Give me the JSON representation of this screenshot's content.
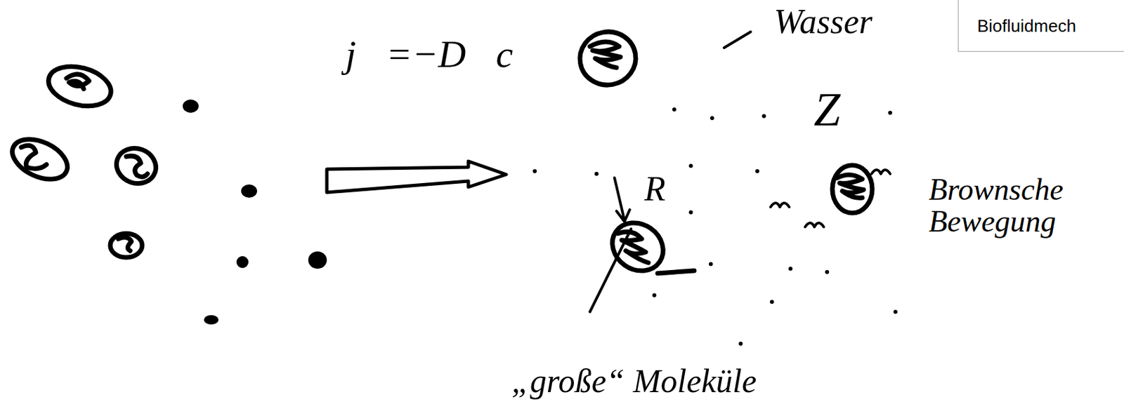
{
  "diagram": {
    "nodes": [
      {
        "text": [
          "Biofluidmech"
        ]
      }
    ],
    "labels": [
      "j⃗=−D∇c",
      "Wasser",
      "Z",
      "R",
      "Brownsche Bewegung",
      "„große“ Moleküle"
    ]
  }
}
